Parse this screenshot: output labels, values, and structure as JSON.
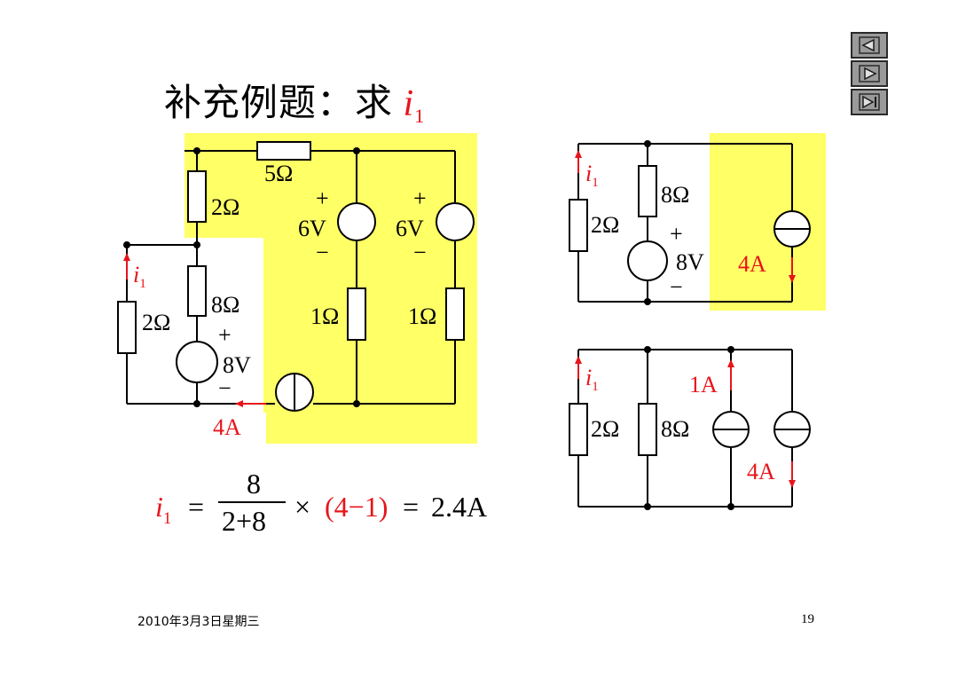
{
  "title": {
    "text": "补充例题：求",
    "var": "i",
    "sub": "1"
  },
  "nav": {
    "prev_label": "◀",
    "next_label": "▶",
    "end_label": "▶|"
  },
  "circuit1": {
    "r_top": "5Ω",
    "r_left": "2Ω",
    "r_mid": "8Ω",
    "r_branch": "2Ω",
    "r_lower1": "1Ω",
    "r_lower2": "1Ω",
    "v1": "6V",
    "v2": "6V",
    "v3": "8V",
    "plus": "+",
    "minus": "−",
    "current_label": "i",
    "current_sub": "1",
    "source_current": "4A"
  },
  "circuit2": {
    "current_label": "i",
    "current_sub": "1",
    "r_left": "2Ω",
    "r_mid": "8Ω",
    "v": "8V",
    "plus": "+",
    "minus": "−",
    "source_current": "4A"
  },
  "circuit3": {
    "current_label": "i",
    "current_sub": "1",
    "r_left": "2Ω",
    "r_mid": "8Ω",
    "source1": "1A",
    "source2": "4A"
  },
  "formula": {
    "lhs_var": "i",
    "lhs_sub": "1",
    "eq": "=",
    "numerator": "8",
    "denominator": "2+8",
    "times": "×",
    "paren": "(4−1)",
    "eq2": "=",
    "result": "2.4A"
  },
  "footer": {
    "date": "2010年3月3日星期三",
    "page": "19"
  },
  "colors": {
    "highlight": "#ffff66",
    "red": "#e8141b"
  }
}
